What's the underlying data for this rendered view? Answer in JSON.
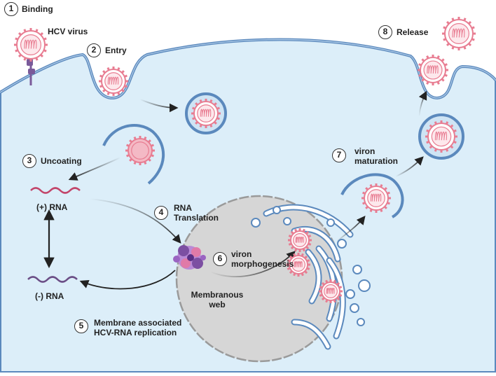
{
  "colors": {
    "cell": "#dceef9",
    "membrane": "#5b89bd",
    "virus": "#e87d92",
    "nucleus": "#d6d6d6",
    "plus_rna": "#c2456a",
    "minus_rna": "#6b4e86",
    "web": "#7c4fa2",
    "receptor": "#7a5a9a"
  },
  "icons": [
    "hcv-virion-icon",
    "receptor-icon",
    "rna-strand-icon",
    "membranous-web-icon",
    "golgi-icon",
    "nucleus-icon"
  ],
  "steps": [
    {
      "num": "1",
      "label": "Binding"
    },
    {
      "num": "2",
      "label": "Entry"
    },
    {
      "num": "3",
      "label": "Uncoating"
    },
    {
      "num": "4",
      "label": "RNA Translation"
    },
    {
      "num": "5",
      "label": "Membrane associated HCV-RNA replication"
    },
    {
      "num": "6",
      "label": "viron morphogenesis"
    },
    {
      "num": "7",
      "label": "viron maturation"
    },
    {
      "num": "8",
      "label": "Release"
    }
  ],
  "labels": {
    "virus": "HCV virus",
    "plus_rna": "(+) RNA",
    "minus_rna": "(-) RNA",
    "membranous_web": "Membranous web"
  }
}
